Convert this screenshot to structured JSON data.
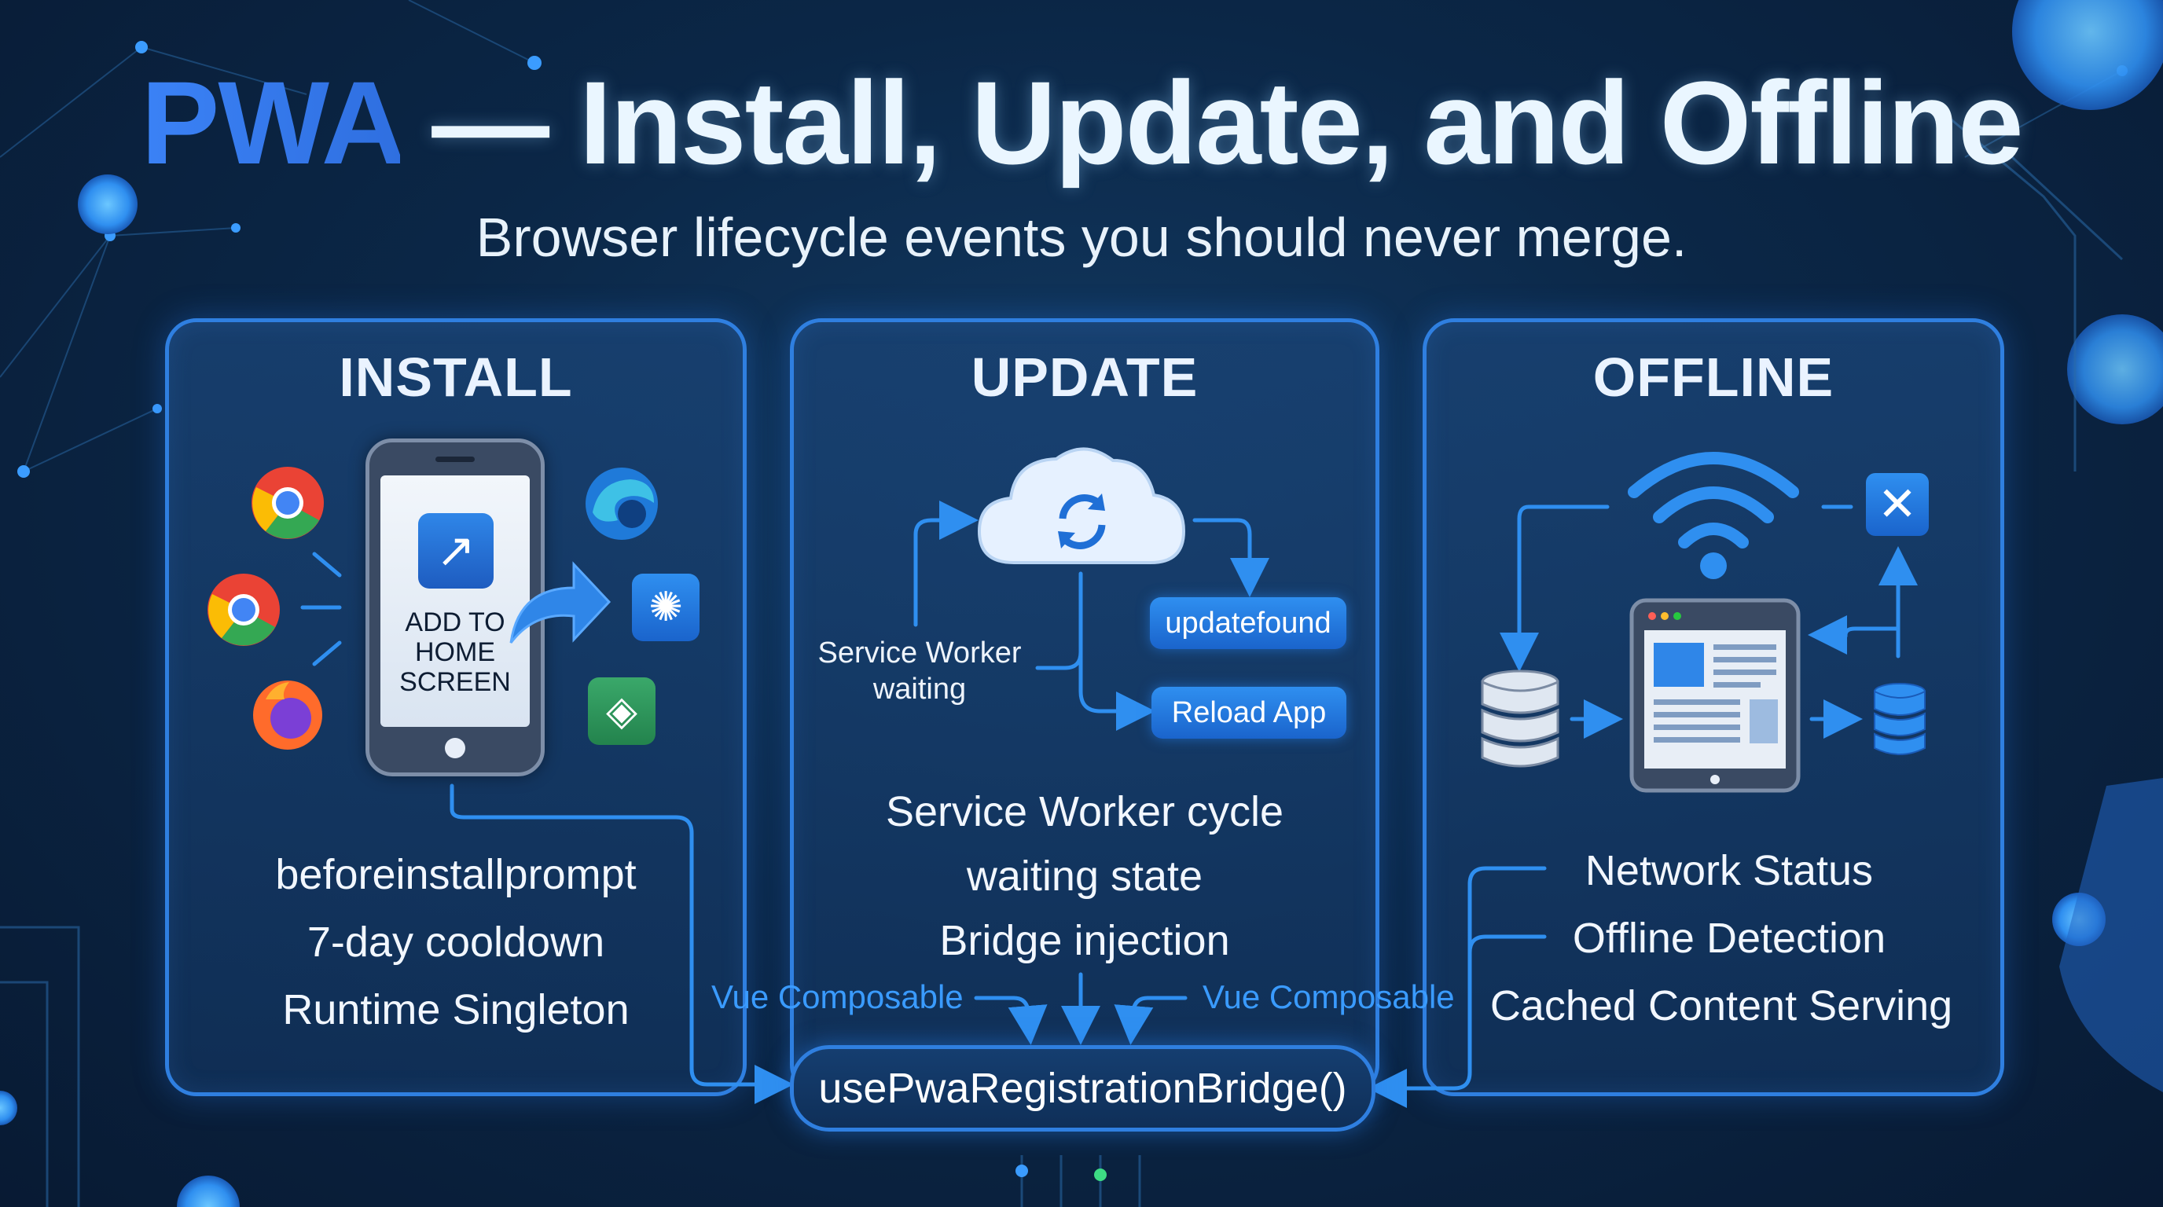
{
  "title": {
    "accent": "PWA",
    "rest": " — Install, Update, and Offline"
  },
  "subtitle": "Browser lifecycle events you should never merge.",
  "panels": {
    "install": {
      "title": "INSTALL",
      "phone_label": "ADD TO\nHOME\nSCREEN",
      "facts": [
        "beforeinstallprompt",
        "7-day cooldown",
        "Runtime Singleton"
      ],
      "browser_icons": [
        "chrome-icon",
        "chrome-icon",
        "firefox-icon",
        "edge-icon",
        "app-icon",
        "app-icon"
      ]
    },
    "update": {
      "title": "UPDATE",
      "worker_label": "Service Worker\nwaiting",
      "event_label": "updatefound",
      "action_label": "Reload App",
      "facts": [
        "Service Worker cycle",
        "waiting state",
        "Bridge injection"
      ]
    },
    "offline": {
      "title": "OFFLINE",
      "facts": [
        "Network Status",
        "Offline Detection",
        "Cached Content Serving"
      ],
      "icons": [
        "wifi-icon",
        "close-icon",
        "database-icon",
        "tablet-icon",
        "database-icon"
      ]
    }
  },
  "composable_left": "Vue Composable",
  "composable_right": "Vue Composable",
  "bridge_label": "usePwaRegistrationBridge()",
  "colors": {
    "accent": "#3b82f6",
    "panel_border": "#2f7fe0",
    "background": "#0b2747"
  }
}
